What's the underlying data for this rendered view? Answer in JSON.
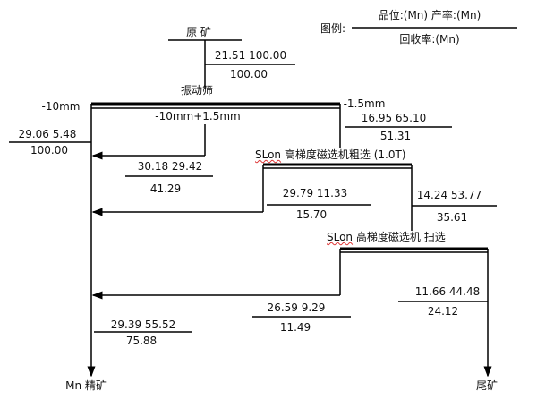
{
  "legend": {
    "label": "图例:",
    "top": "品位:(Mn)    产率:(Mn)",
    "bottom": "回收率:(Mn)"
  },
  "feed": {
    "label": "原 矿",
    "grade_yield": "21.51    100.00",
    "recovery": "100.00"
  },
  "screen": {
    "label": "振动筛",
    "coarse": "-10mm",
    "fine": "-1.5mm",
    "middle": "-10mm+1.5mm"
  },
  "coarse_product": {
    "grade_yield": "29.06    5.48",
    "recovery": "100.00"
  },
  "fine_feed": {
    "grade_yield": "16.95    65.10",
    "recovery": "51.31"
  },
  "middle_product": {
    "grade_yield": "30.18    29.42",
    "recovery": "41.29"
  },
  "rougher": {
    "prefix": "SLon",
    "label": "高梯度磁选机粗选  (1.0T)",
    "conc": {
      "grade_yield": "29.79    11.33",
      "recovery": "15.70"
    },
    "tail": {
      "grade_yield": "14.24    53.77",
      "recovery": "35.61"
    }
  },
  "scavenger": {
    "prefix": "SLon",
    "label": "高梯度磁选机  扫选",
    "conc": {
      "grade_yield": "26.59    9.29",
      "recovery": "11.49"
    },
    "tail": {
      "grade_yield": "11.66    44.48",
      "recovery": "24.12"
    }
  },
  "final_conc": {
    "grade_yield": "29.39    55.52",
    "recovery": "75.88",
    "label": "Mn  精矿"
  },
  "tailings": {
    "label": "尾矿"
  }
}
